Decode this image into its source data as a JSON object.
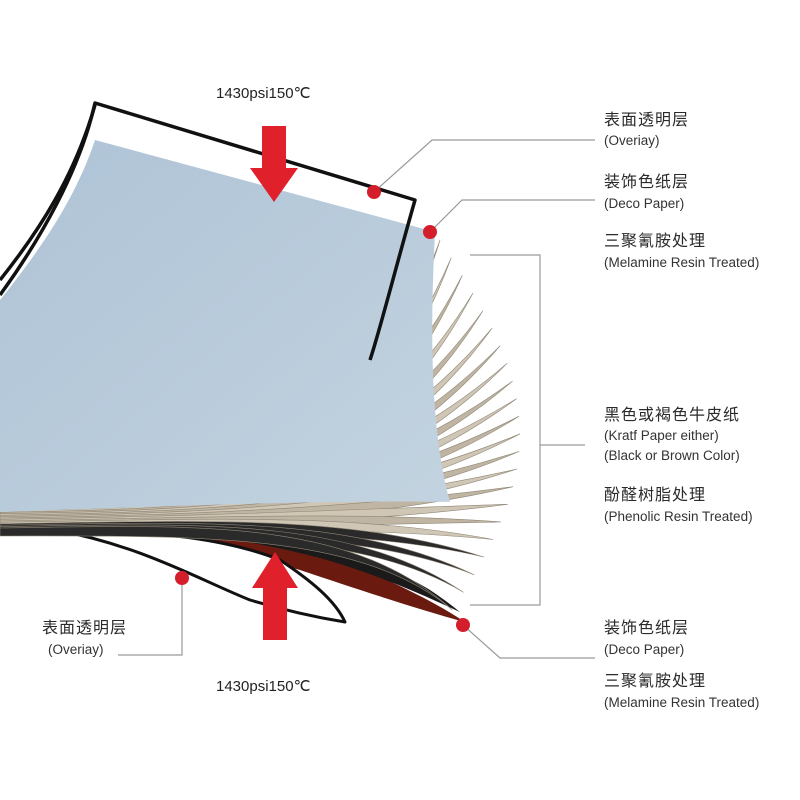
{
  "pressure": {
    "top": "1430psi150℃",
    "bottom": "1430psi150℃"
  },
  "labels": {
    "overlay_top": {
      "cn": "表面透明层",
      "en": "(Overiay)"
    },
    "deco_top": {
      "cn": "装饰色纸层",
      "en": "(Deco Paper)"
    },
    "melamine_top": {
      "cn": "三聚氰胺处理",
      "en": "(Melamine Resin Treated)"
    },
    "kraft": {
      "cn": "黑色或褐色牛皮纸",
      "en1": "(Kratf Paper either)",
      "en2": "(Black or Brown Color)"
    },
    "phenolic": {
      "cn": "酚醛树脂处理",
      "en": "(Phenolic Resin Treated)"
    },
    "deco_bottom": {
      "cn": "装饰色纸层",
      "en": "(Deco Paper)"
    },
    "melamine_bottom": {
      "cn": "三聚氰胺处理",
      "en": "(Melamine Resin Treated)"
    },
    "overlay_bottom": {
      "cn": "表面透明层",
      "en": "(Overiay)"
    }
  },
  "colors": {
    "overlay_outline": "#111111",
    "deco_paper": "#b9ccdc",
    "kraft_paper": "#c9bfad",
    "bottom_deco": "#6b1a10",
    "arrow": "#e0202b",
    "marker": "#d41e2c",
    "leader": "#9a9a9a"
  },
  "icons": {
    "pressure_arrow": "down-arrow-icon",
    "marker": "dot-icon"
  }
}
